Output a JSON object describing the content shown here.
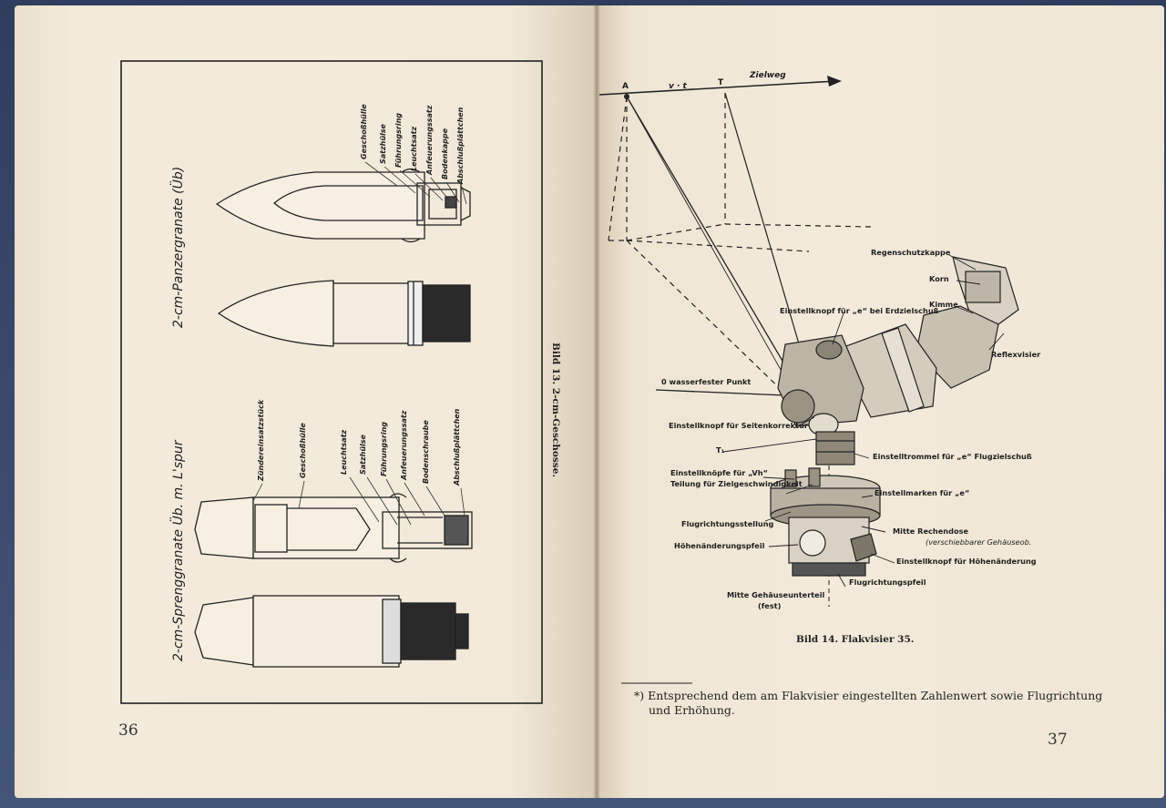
{
  "left_page": {
    "page_number": "36",
    "caption": "Bild 13.   2-cm-Geschosse.",
    "panzer_title": "2-cm-Panzergranate (Üb)",
    "spreng_title": "2-cm-Sprenggranate Üb. m. L'spur",
    "panzer_parts": [
      "Geschoßhülle",
      "Satzhülse",
      "Führungsring",
      "Leuchtsatz",
      "Anfeuerungssatz",
      "Bodenkappe",
      "Abschlußplättchen"
    ],
    "spreng_parts": [
      "Zündereinsatzstück",
      "Geschoßhülle",
      "Leuchtsatz",
      "Satzhülse",
      "Führungsring",
      "Anfeuerungssatz",
      "Bodenschraube",
      "Abschlußplättchen"
    ]
  },
  "right_page": {
    "page_number": "37",
    "caption": "Bild 14.   Flakvisier 35.",
    "footnote_line1": "*) Entsprechend dem am Flakvisier eingestellten Zahlenwert sowie Flugrichtung",
    "footnote_line2": "und Erhöhung.",
    "diagram": {
      "point_a": "A",
      "vt": "v · t",
      "point_t": "T",
      "zielweg": "Zielweg",
      "t1": "T₁",
      "labels": {
        "regenschutzkappe": "Regenschutzkappe",
        "korn": "Korn",
        "kimme": "Kimme",
        "reflexvisier": "Reflexvisier",
        "einstellknopf_e": "Einstellknopf für „e“ bei Erdzielschuß",
        "wasserfester_punkt": "0 wasserfester Punkt",
        "seitenkorrektur": "Einstellknopf für Seitenkorrektur",
        "einstelltrommel": "Einstelltrommel für „e“ Flugzielschuß",
        "einstellknoepfe_vh": "Einstellknöpfe für „Vh“",
        "teilung": "Teilung für Zielgeschwindigkeit",
        "einstellmarken": "Einstellmarken für „e“",
        "flugrichtungsstellung": "Flugrichtungsstellung",
        "mitte_rechendose": "Mitte Rechendose",
        "verschiebbarer": "(verschiebbarer Gehäuseob.",
        "hoehenaenderungspfeil": "Höhenänderungspfeil",
        "einstellknopf_hoehe": "Einstellknopf für Höhenänderung",
        "flugrichtungspfeil": "Flugrichtungspfeil",
        "mitte_gehaeuse": "Mitte Gehäuseunterteil",
        "fest": "(fest)"
      }
    }
  }
}
